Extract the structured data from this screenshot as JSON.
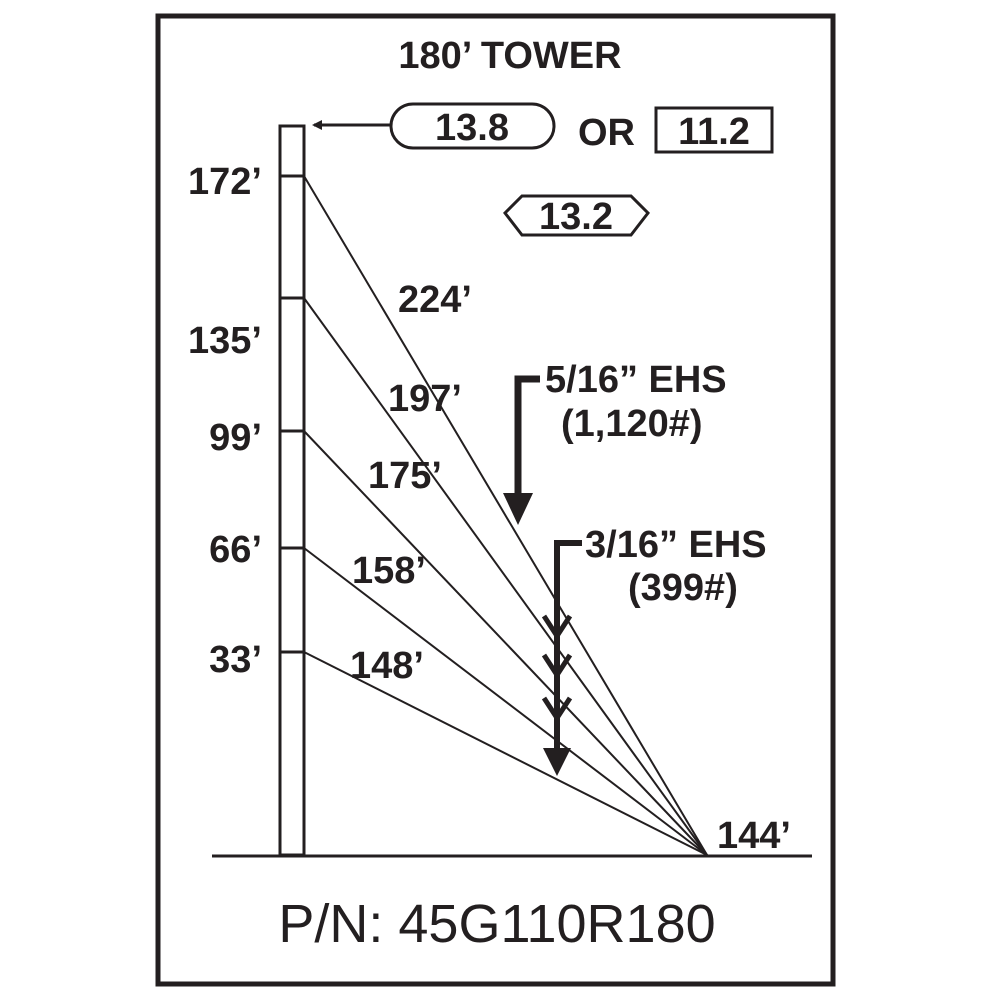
{
  "title": "180’ TOWER",
  "frequencies": {
    "primary": "13.8",
    "or_label": "OR",
    "alternate": "11.2",
    "secondary": "13.2"
  },
  "anchor_heights": [
    "172’",
    "135’",
    "99’",
    "66’",
    "33’"
  ],
  "guy_lengths": [
    "224’",
    "197’",
    "175’",
    "158’",
    "148’"
  ],
  "cable_upper": {
    "size": "5/16” EHS",
    "load": "(1,120#)"
  },
  "cable_lower": {
    "size": "3/16” EHS",
    "load": "(399#)"
  },
  "base_distance": "144’",
  "part_number": "P/N: 45G110R180",
  "colors": {
    "ink": "#231f20",
    "background": "#ffffff"
  }
}
